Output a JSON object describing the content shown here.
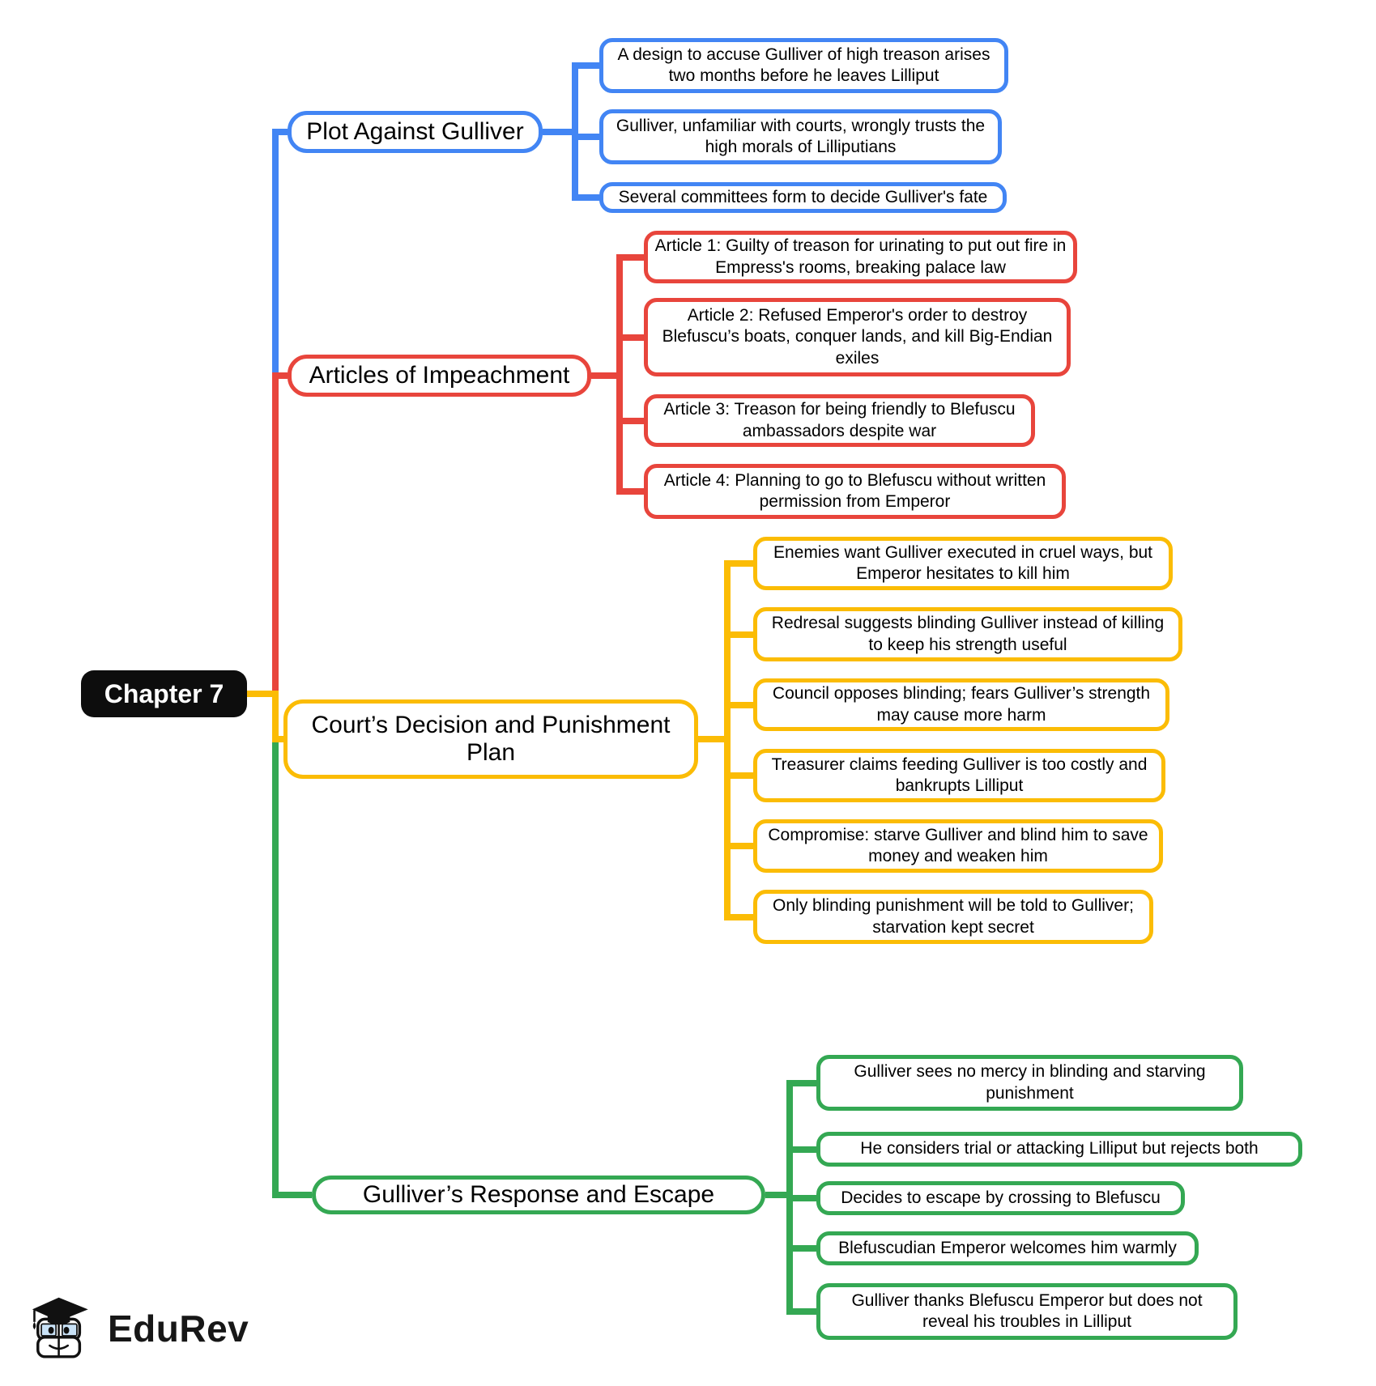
{
  "root": {
    "label": "Chapter 7",
    "bg": "#0d0d0d",
    "text_color": "#ffffff"
  },
  "branches": [
    {
      "id": "plot",
      "label": "Plot Against Gulliver",
      "color": "#4285F4",
      "children": [
        "A design to accuse Gulliver of high treason arises two months before he leaves Lilliput",
        "Gulliver, unfamiliar with courts, wrongly trusts the high morals of Lilliputians",
        "Several committees form to decide Gulliver's fate"
      ]
    },
    {
      "id": "articles",
      "label": "Articles of Impeachment",
      "color": "#E8453C",
      "children": [
        "Article 1: Guilty of treason for urinating to put out fire in Empress's rooms, breaking palace law",
        "Article 2: Refused Emperor's order to destroy Blefuscu’s boats, conquer lands, and kill Big-Endian exiles",
        "Article 3: Treason for being friendly to Blefuscu ambassadors despite war",
        "Article 4: Planning to go to Blefuscu without written permission from Emperor"
      ]
    },
    {
      "id": "court",
      "label": "Court’s Decision and Punishment Plan",
      "color": "#FBBC05",
      "children": [
        "Enemies want Gulliver executed in cruel ways, but Emperor hesitates to kill him",
        "Redresal suggests blinding Gulliver instead of killing to keep his strength useful",
        "Council opposes blinding; fears Gulliver’s strength may cause more harm",
        "Treasurer claims feeding Gulliver is too costly and bankrupts Lilliput",
        "Compromise: starve Gulliver and blind him to save money and weaken him",
        "Only blinding punishment will be told to Gulliver; starvation kept secret"
      ]
    },
    {
      "id": "response",
      "label": "Gulliver’s Response and Escape",
      "color": "#34A853",
      "children": [
        "Gulliver sees no mercy in blinding and starving punishment",
        "He considers trial or attacking Lilliput but rejects both",
        "Decides to escape by crossing to Blefuscu",
        "Blefuscudian Emperor welcomes him warmly",
        "Gulliver thanks Blefuscu Emperor but does not reveal his troubles in Lilliput"
      ]
    }
  ],
  "logo": {
    "text": "EduRev"
  }
}
